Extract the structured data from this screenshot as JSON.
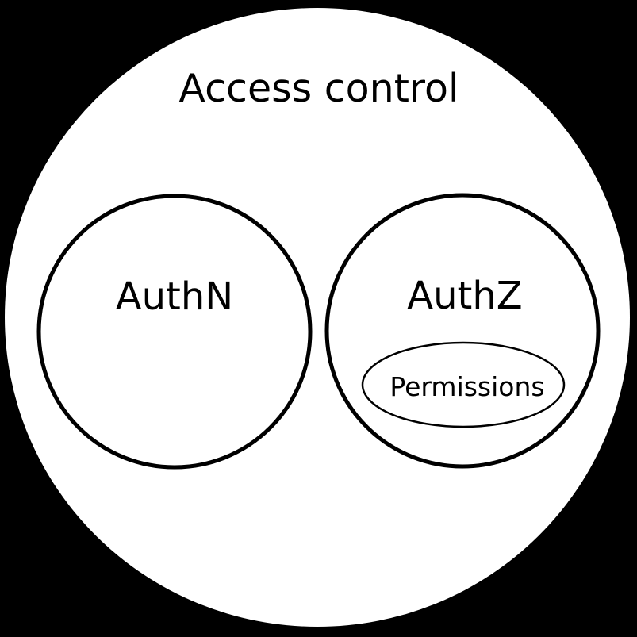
{
  "diagram": {
    "title": "Access control",
    "background_color": "#000000",
    "set_fill_color": "#ffffff",
    "stroke_color": "#000000",
    "sets": [
      {
        "label": "AuthN"
      },
      {
        "label": "AuthZ",
        "children": [
          {
            "label": "Permissions"
          }
        ]
      }
    ]
  }
}
